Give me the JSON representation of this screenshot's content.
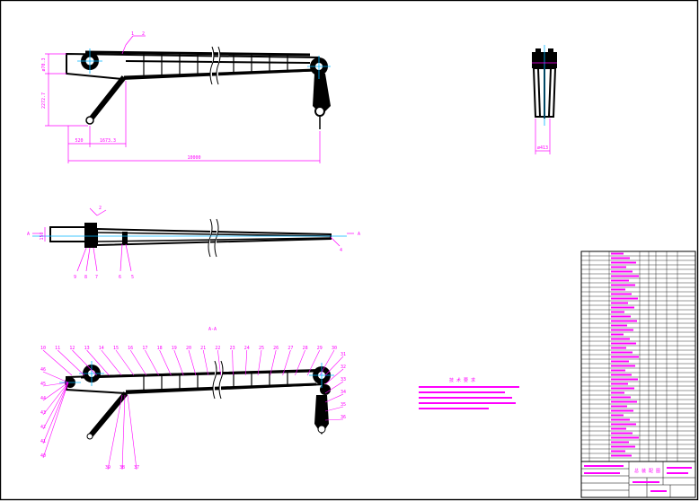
{
  "colors": {
    "ink": "#000000",
    "dim": "#ff00ff",
    "center": "#00b4ff",
    "paper": "#ffffff"
  },
  "top_view": {
    "dims": {
      "d_small": "ø70.3",
      "d_height": "2272.7",
      "d_left": "520",
      "d_mid": "1673.3",
      "d_total": "10000"
    },
    "balloons": [
      "1",
      "2"
    ]
  },
  "side_view": {
    "dim": "ø413"
  },
  "middle_view": {
    "section_left": "A",
    "section_right": "A",
    "dim_left": "150",
    "balloons_top": [
      "2"
    ],
    "balloons_bottom": [
      "9",
      "8",
      "7",
      "6",
      "5"
    ],
    "balloon_right": "4"
  },
  "section_view": {
    "title": "A-A",
    "balloons_top": [
      "10",
      "11",
      "12",
      "13",
      "14",
      "15",
      "16",
      "17",
      "18",
      "19",
      "20",
      "21",
      "22",
      "23",
      "24",
      "25",
      "26",
      "27",
      "28",
      "29",
      "30"
    ],
    "balloons_right": [
      "31",
      "32",
      "33",
      "34",
      "35",
      "36"
    ],
    "balloons_left": [
      "46",
      "45",
      "44",
      "43",
      "42",
      "41",
      "40"
    ],
    "balloons_bottom": [
      "39",
      "38",
      "37"
    ]
  },
  "notes": {
    "title": "技 术 要 求"
  },
  "title_block": {
    "drawing_name": "总 装 配 图"
  }
}
